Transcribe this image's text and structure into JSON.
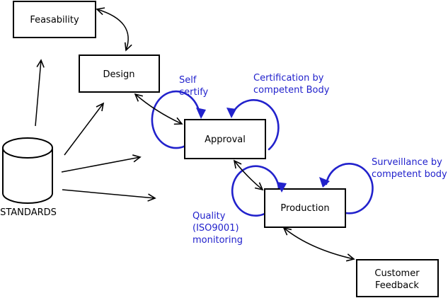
{
  "nodes": {
    "feasability": {
      "label": "Feasability"
    },
    "design": {
      "label": "Design"
    },
    "approval": {
      "label": "Approval"
    },
    "production": {
      "label": "Production"
    },
    "customer_feedback": {
      "lines": [
        "Customer",
        "Feedback"
      ]
    },
    "standards": {
      "label": "STANDARDS"
    }
  },
  "annotations": {
    "self_certify": {
      "lines": [
        "Self",
        "certify"
      ]
    },
    "certification": {
      "lines": [
        "Certification by",
        "competent Body"
      ]
    },
    "surveillance": {
      "lines": [
        "Surveillance by",
        "competent body"
      ]
    },
    "quality": {
      "lines": [
        "Quality",
        "(ISO9001)",
        "monitoring"
      ]
    }
  },
  "edges": [
    {
      "from": "feasability",
      "to": "design",
      "bidirectional": true
    },
    {
      "from": "design",
      "to": "approval",
      "bidirectional": true
    },
    {
      "from": "approval",
      "to": "production",
      "bidirectional": true
    },
    {
      "from": "production",
      "to": "customer_feedback",
      "bidirectional": true
    },
    {
      "from": "standards",
      "to": "feasability",
      "bidirectional": false
    },
    {
      "from": "standards",
      "to": "design",
      "bidirectional": false
    },
    {
      "from": "standards",
      "to": "approval",
      "bidirectional": false
    },
    {
      "from": "standards",
      "to": "production",
      "bidirectional": false
    }
  ],
  "colors": {
    "annotation_blue": "#2222cc",
    "line_black": "#000000",
    "node_fill": "#ffffff",
    "background": "#ffffff"
  }
}
